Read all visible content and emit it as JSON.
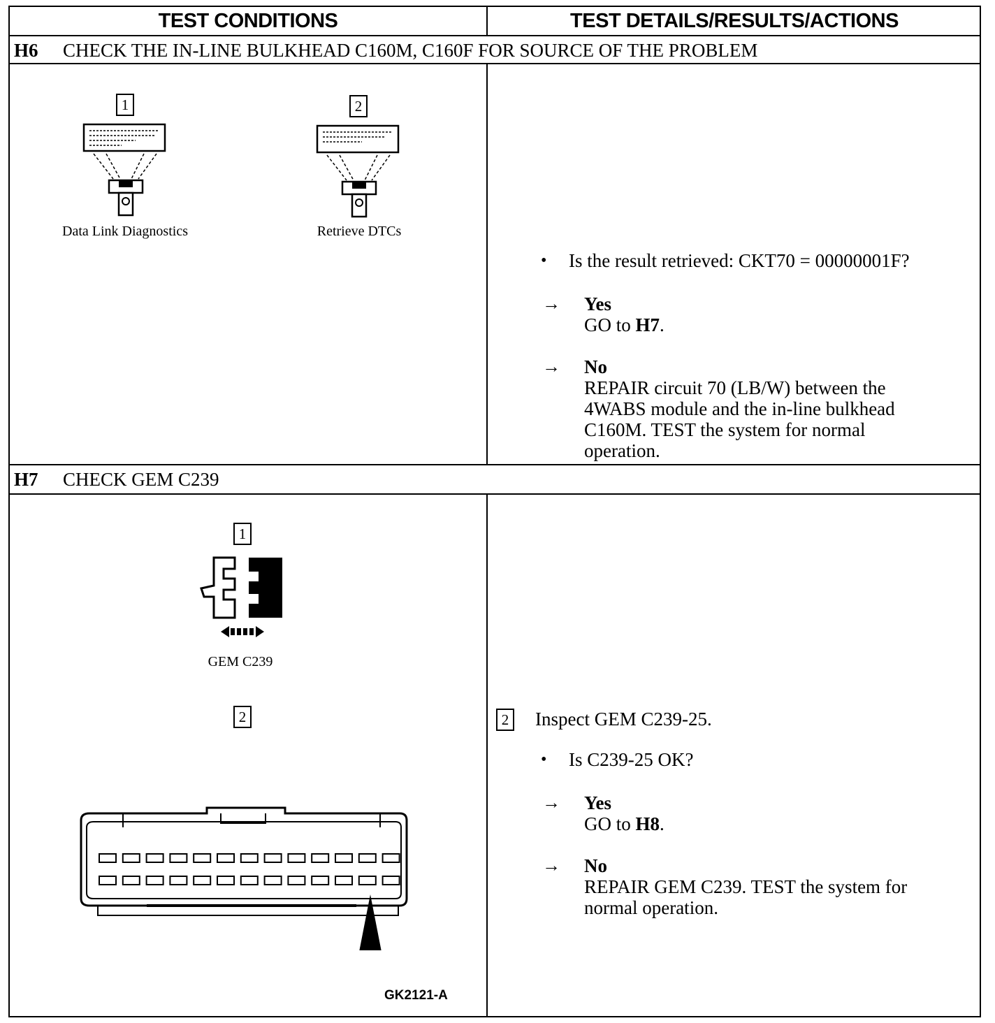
{
  "headers": {
    "left": "TEST CONDITIONS",
    "right": "TEST DETAILS/RESULTS/ACTIONS"
  },
  "h6": {
    "id": "H6",
    "title": "CHECK THE IN-LINE BULKHEAD C160M, C160F FOR SOURCE OF THE PROBLEM",
    "fig1_number": "1",
    "fig1_caption": "Data Link Diagnostics",
    "fig2_number": "2",
    "fig2_caption": "Retrieve DTCs",
    "question": "Is the result retrieved: CKT70 = 00000001F?",
    "yes_label": "Yes",
    "yes_action_prefix": "GO to ",
    "yes_action_target": "H7",
    "yes_action_suffix": ".",
    "no_label": "No",
    "no_action_lines": [
      "REPAIR circuit 70 (LB/W) between the",
      "4WABS module and the in-line bulkhead",
      "C160M. TEST the system for normal",
      "operation."
    ]
  },
  "h7": {
    "id": "H7",
    "title": "CHECK GEM C239",
    "fig1_number": "1",
    "fig1_caption": "GEM C239",
    "fig2_number": "2",
    "figure_code": "GK2121-A",
    "step_number": "2",
    "step_text": "Inspect GEM C239-25.",
    "question": "Is C239-25 OK?",
    "yes_label": "Yes",
    "yes_action_prefix": "GO to ",
    "yes_action_target": "H8",
    "yes_action_suffix": ".",
    "no_label": "No",
    "no_action_lines": [
      "REPAIR GEM C239. TEST the system for",
      "normal operation."
    ]
  },
  "symbols": {
    "bullet": "•",
    "arrow": "→"
  }
}
